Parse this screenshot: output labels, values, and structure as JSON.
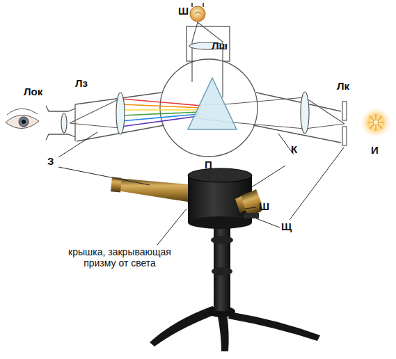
{
  "diagram": {
    "labels": [
      "Ш",
      "Лш",
      "Лок",
      "Лз",
      "Лк",
      "И",
      "З",
      "К",
      "П",
      "Ш",
      "Щ",
      "крышка, закрывающая призму от света"
    ]
  }
}
